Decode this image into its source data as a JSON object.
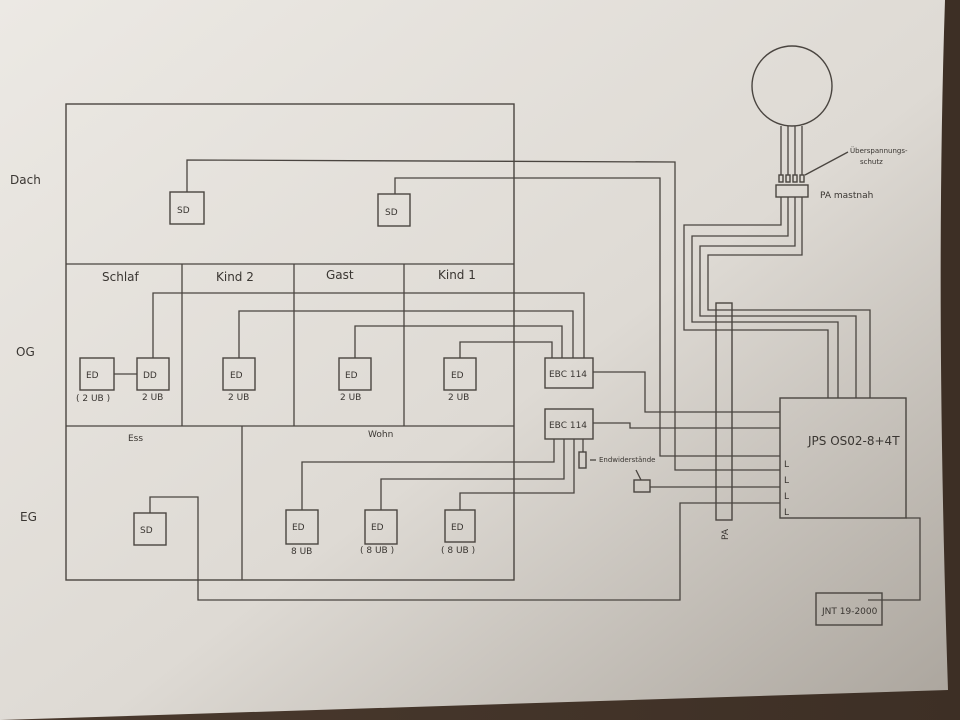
{
  "title": "Elektroinstallation Schaltplan (handgezeichnet)",
  "floors": {
    "dach": "Dach",
    "og": "OG",
    "eg": "EG"
  },
  "rooms": {
    "schlaf": "Schlaf",
    "kind2": "Kind 2",
    "gast": "Gast",
    "kind1": "Kind 1",
    "ess": "Ess",
    "wohn": "Wohn"
  },
  "devices": {
    "sd_dach_1": "SD",
    "sd_dach_2": "SD",
    "ed_schlaf": "ED",
    "ed_schlaf_note": "( 2 UB )",
    "dd_schlaf": "DD",
    "dd_schlaf_note": "2 UB",
    "ed_kind2": "ED",
    "ed_kind2_note": "2 UB",
    "ed_gast": "ED",
    "ed_gast_note": "2 UB",
    "ed_kind1": "ED",
    "ed_kind1_note": "2 UB",
    "sd_ess": "SD",
    "ed_wohn_1": "ED",
    "ed_wohn_1_note": "8 UB",
    "ed_wohn_2": "ED",
    "ed_wohn_2_note": "( 8 UB )",
    "ed_wohn_3": "ED",
    "ed_wohn_3_note": "( 8 UB )"
  },
  "controllers": {
    "ebc_top": "EBC 114",
    "ebc_bottom": "EBC 114",
    "endwiderstand": "Endwiderstände"
  },
  "central": {
    "panel": "JPS OS02-8+4T",
    "panel_lines": [
      "L",
      "L",
      "L",
      "L"
    ],
    "pa_bar": "PA",
    "pa_mast": "PA mastnah",
    "surge": "Überspannungs-\nschutz",
    "surge_line1": "Überspannungs-",
    "surge_line2": "schutz",
    "net": "JNT 19-2000"
  }
}
